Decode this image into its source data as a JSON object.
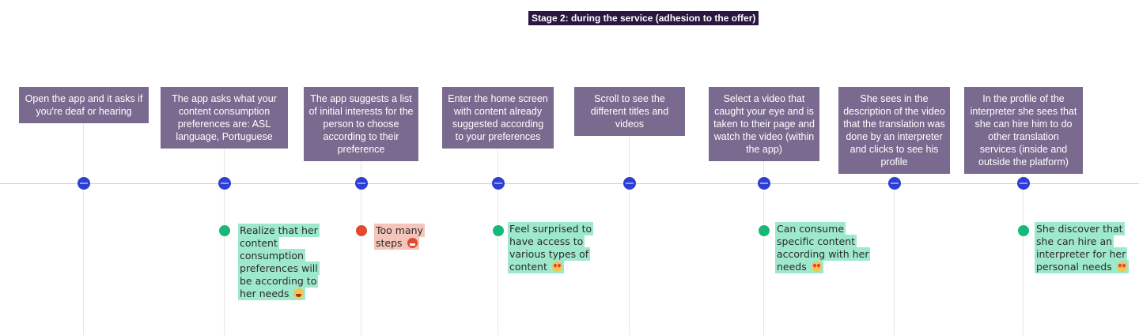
{
  "stage": {
    "title": "Stage 2: during the service (adhesion to the offer)"
  },
  "steps": [
    {
      "text": "Open the app and it asks if you're deaf or hearing"
    },
    {
      "text": "The app asks what your content consumption preferences are: ASL language, Portuguese"
    },
    {
      "text": "The app suggests a list of initial interests for the person to choose according to their preference"
    },
    {
      "text": "Enter the home screen with content already suggested according to your preferences"
    },
    {
      "text": "Scroll to see the different titles and videos"
    },
    {
      "text": "Select a video that caught your eye and is taken to their page and watch the video (within the app)"
    },
    {
      "text": "She sees in the description of the video that the translation was done by an interpreter and clicks to see his profile"
    },
    {
      "text": "In the profile of the interpreter she sees that she can hire him to do other translation services (inside and outside the platform)"
    }
  ],
  "feelings": [
    {
      "step": 2,
      "sentiment": "positive",
      "text": "Realize that her content consumption preferences will be according to her needs",
      "emoji": "grinning-face-icon",
      "color": "#17b978"
    },
    {
      "step": 3,
      "sentiment": "negative",
      "text": "Too many steps",
      "emoji": "angry-face-icon",
      "color": "#e2492f"
    },
    {
      "step": 4,
      "sentiment": "positive",
      "text": "Feel surprised to have access to various types of content",
      "emoji": "heart-eyes-icon",
      "color": "#17b978"
    },
    {
      "step": 6,
      "sentiment": "positive",
      "text": "Can consume specific content according with her needs",
      "emoji": "heart-eyes-icon",
      "color": "#17b978"
    },
    {
      "step": 8,
      "sentiment": "positive",
      "text": "She discover that she can hire an interpreter  for her personal needs",
      "emoji": "heart-eyes-icon",
      "color": "#17b978"
    }
  ],
  "colors": {
    "step_box": "#7a6a8f",
    "timeline_dot": "#2f3fd1",
    "title_bg": "#2a1640",
    "positive_highlight": "#9ee8cc",
    "negative_highlight": "#f5c4ba"
  }
}
